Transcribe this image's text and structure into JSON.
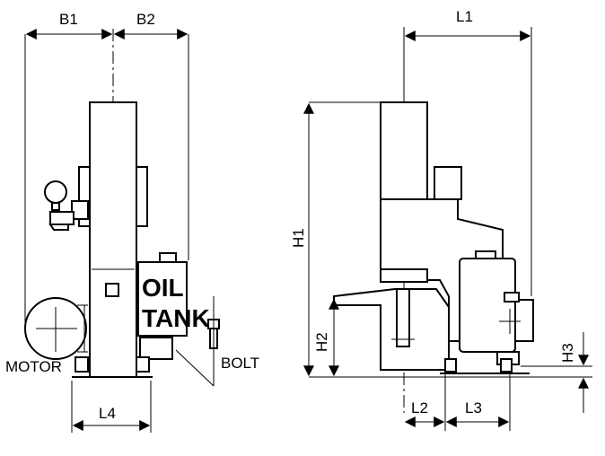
{
  "labels": {
    "b1": "B1",
    "b2": "B2",
    "l1": "L1",
    "l2": "L2",
    "l3": "L3",
    "l4": "L4",
    "h1": "H1",
    "h2": "H2",
    "h3": "H3",
    "motor": "MOTOR",
    "bolt": "BOLT",
    "oil": "OIL",
    "tank": "TANK"
  }
}
